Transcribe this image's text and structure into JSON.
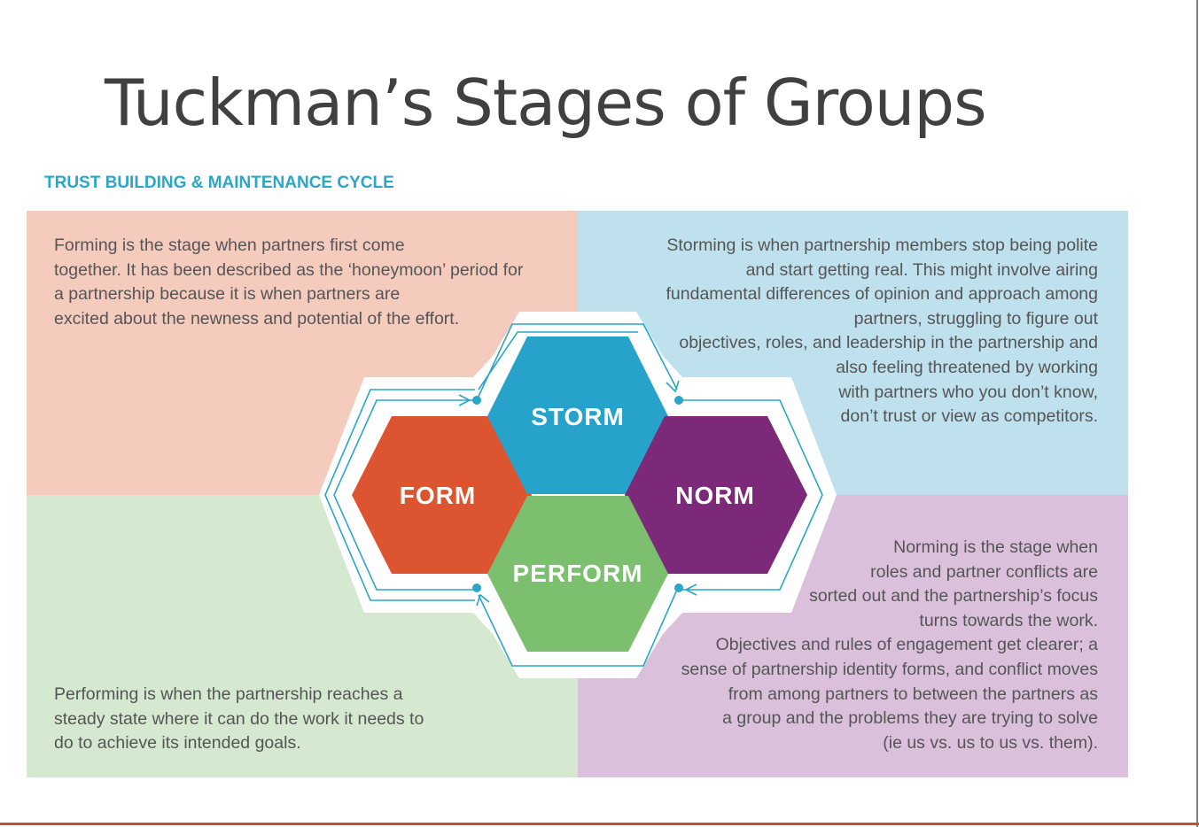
{
  "title": "Tuckman’s Stages of Groups",
  "subtitle": "TRUST BUILDING & MAINTENANCE CYCLE",
  "colors": {
    "form": "#dd5530",
    "storm": "#27a3cb",
    "norm": "#7d2979",
    "perform": "#7cbf6f",
    "form_bg": "#f5cbbd",
    "storm_bg": "#bfe1ee",
    "perform_bg": "#d4e9cf",
    "norm_bg": "#dbc0dc",
    "arrow": "#2aa6c7",
    "accent_line": "#c0532b"
  },
  "stages": {
    "form": {
      "label": "FORM",
      "description": "Forming is the stage when partners first come together. It has been described as the ‘honeymoon’ period for a partnership because it is when partners are excited about the newness and potential of the effort."
    },
    "storm": {
      "label": "STORM",
      "description": "Storming is when partnership members stop being polite and start getting real. This might involve airing fundamental differences of opinion and approach among partners, struggling to figure out objectives, roles, and leadership in the partnership and also feeling threatened by working with partners who you don’t know, don’t trust or view as competitors."
    },
    "norm": {
      "label": "NORM",
      "description": "Norming is the stage when roles and partner conflicts are sorted out and the partnership’s focus turns towards the work. Objectives and rules of engagement get clearer; a sense of partnership identity forms, and conflict moves from among partners to between the partners as a group and the problems they are trying to solve (ie us vs. us to us vs. them)."
    },
    "perform": {
      "label": "PERFORM",
      "description": "Performing is when the partnership reaches a steady state where it can do the work it needs to do to achieve its intended goals."
    }
  }
}
